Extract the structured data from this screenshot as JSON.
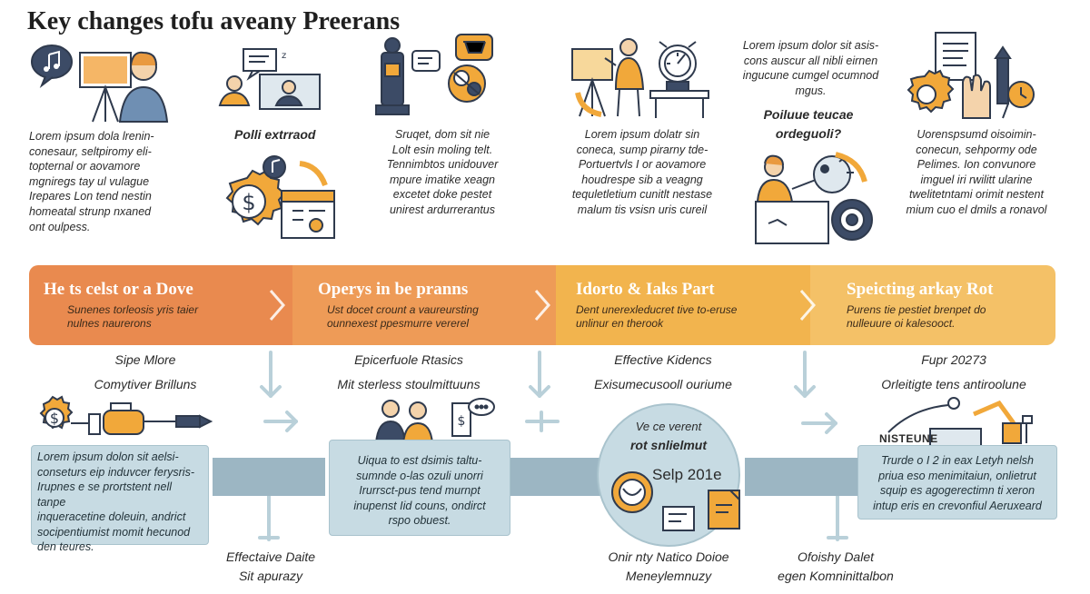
{
  "title": "Key changes tofu aveany Preerans",
  "colors": {
    "orange": "#e98a4f",
    "orange_light": "#ee9b57",
    "amber": "#f2b44e",
    "yellow": "#f4c167",
    "navy": "#3c4b66",
    "gold": "#f1a83a",
    "steel": "#9cb6c3",
    "box": "#c7dbe3"
  },
  "top": {
    "col1": {
      "text": "Lorem ipsum dola lrenin-\nconesaur, seltpiromy eli-\ntopternal or aovamore\nmgniregs tay ul vulague\nIrepares Lon tend nestin\nhomeatal strunp nxaned\nont oulpess."
    },
    "col2": {
      "heading": "Polli extrraod"
    },
    "col3": {
      "text": "Sruqet, dom sit nie\nLolt esin moling telt.\nTennimbtos unidouver\nmpure imatike xeagn\nexcetet doke pestet\nunirest ardurrerantus"
    },
    "col4": {
      "text": "Lorem ipsum dolatr sin\nconeca, sump pirarny tde-\nPortuertvls I or aovamore\nhoudrespe sib a veagng\ntequletletium cunitlt nestase\nmalum tis vsisn uris cureil"
    },
    "col5": {
      "text": "Lorem ipsum dolor sit asis-\ncons auscur all nibli eirnen\ningucune cumgel ocumnod\nmgus.",
      "heading": "Poiluue teucae\nordeguoli?"
    },
    "col6": {
      "text": "Uorenspsumd oisoimin-\nconecun, sehpormy ode\nPelimes. Ion convunore\nimguel iri rwilitt ularine\ntwelitetntami orimit nestent\nmium cuo el dmils a ronavol"
    }
  },
  "banner": [
    {
      "title": "He ts celst or a Dove",
      "sub": "Sunenes torleosis yris taier\nnulnes naurerons"
    },
    {
      "title": "Operys in be pranns",
      "sub": "Ust docet crount a vaureursting\nounnexest ppesmurre vererel"
    },
    {
      "title": "Idorto & Iaks Part",
      "sub": "Dent unerexleducret tive to-eruse\nunlinur en therook"
    },
    {
      "title": "Speicting arkay Rot",
      "sub": "Purens tie pestiet brenpet do\nnulleuure oi kalesooct."
    }
  ],
  "bottom": {
    "col1": {
      "label1": "Sipe Mlore",
      "label2": "Comytiver Brilluns",
      "box": "Lorem ipsum dolon sit  aelsi-\nconseturs eip induvcer ferysris-\nIrupnes e se prortstent nell tanpe\ninqueracetine doleuin, andrict\nsocipentiumist momit hecunod\nden teures."
    },
    "col2": {
      "label1": "Epicerfuole Rtasics",
      "label2": "Mit sterless stoulmittuuns",
      "box": "Uiqua to est dsimis taltu-\nsumnde o-las ozuli unorri\nIrurrsct-pus tend murnpt\ninupenst Iid couns, ondirct\nrspo obuest.",
      "foot": "Effectaive Daite\nSit apurazy"
    },
    "col3": {
      "label1": "Effective Kidencs",
      "label2": "Exisumecusooll ouriume",
      "circle1": "Ve ce verent",
      "circle2": "rot snlielmut",
      "circle3": "Selp 201e",
      "foot": "Onir nty Natico Doioe\nMeneylemnuzy"
    },
    "col4": {
      "label1": "Fupr 20273",
      "label2": "Orleitigte tens antiroolune",
      "sign": "NISTEUNE",
      "box": "Trurde o I 2 in eax Letyh nelsh\npriua eso menimitaiun, onlietrut\nsquip es agogerectimn ti xeron\nintup eris  en crevonfiul Aeruxeard",
      "foot": "Ofoishy Dalet\negen Komninittalbon"
    }
  }
}
